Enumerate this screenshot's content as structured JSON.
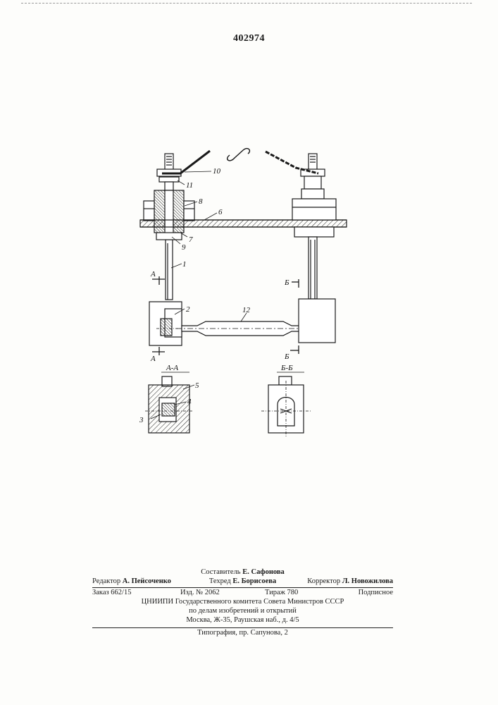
{
  "patent_number": "402974",
  "figure_labels": {
    "callouts": [
      "10",
      "11",
      "8",
      "6",
      "7",
      "9",
      "1",
      "2",
      "12",
      "5",
      "4",
      "3"
    ],
    "section_marks": {
      "a_top": "A",
      "a_bottom": "A",
      "b_top": "Б",
      "b_bottom": "Б"
    },
    "section_views": {
      "a": "А-А",
      "b": "Б-Б"
    }
  },
  "imprint": {
    "compiler": {
      "label": "Составитель",
      "name": "Е. Сафонова"
    },
    "editor": {
      "label": "Редактор",
      "name": "А. Пейсоченко"
    },
    "techred": {
      "label": "Техред",
      "name": "Е. Борисоева"
    },
    "corrector": {
      "label": "Корректор",
      "name": "Л. Новожилова"
    },
    "order": "Заказ 662/15",
    "edition": "Изд. № 2062",
    "circulation": "Тираж 780",
    "subscription": "Подписное",
    "org_line1": "ЦНИИПИ Государственного комитета Совета Министров СССР",
    "org_line2": "по делам изобретений и открытий",
    "address": "Москва, Ж-35, Раушская наб., д. 4/5",
    "printer": "Типография, пр. Сапунова, 2"
  }
}
